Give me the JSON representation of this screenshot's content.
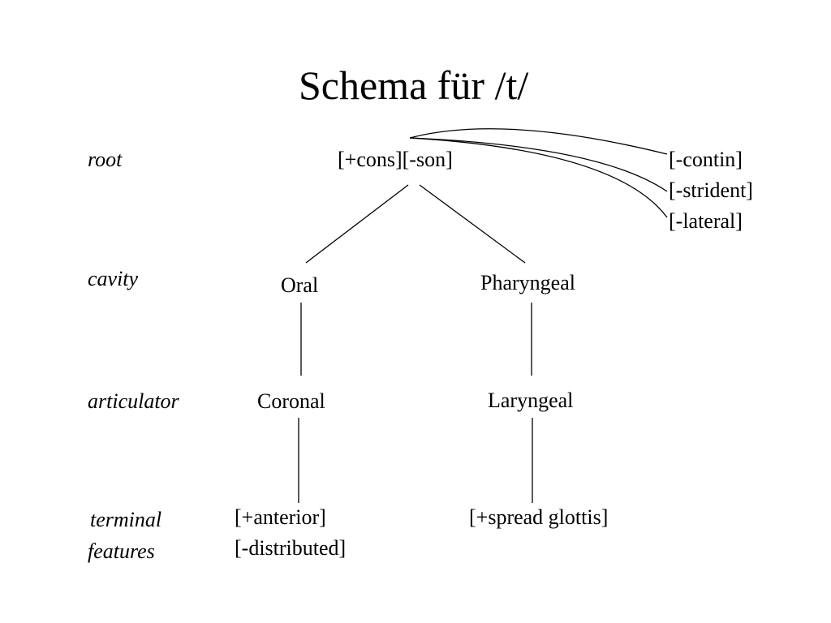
{
  "title": "Schema für /t/",
  "tiers": {
    "root": "root",
    "cavity": "cavity",
    "articulator": "articulator",
    "terminal_line1": "terminal",
    "terminal_line2": "features"
  },
  "nodes": {
    "root": "[+cons][-son]",
    "oral": "Oral",
    "pharyngeal": "Pharyngeal",
    "coronal": "Coronal",
    "laryngeal": "Laryngeal",
    "coronal_features": [
      "[+anterior]",
      "[-distributed]"
    ],
    "laryngeal_features": [
      "[+spread glottis]"
    ]
  },
  "root_features": [
    "[-contin]",
    "[-strident]",
    "[-lateral]"
  ]
}
